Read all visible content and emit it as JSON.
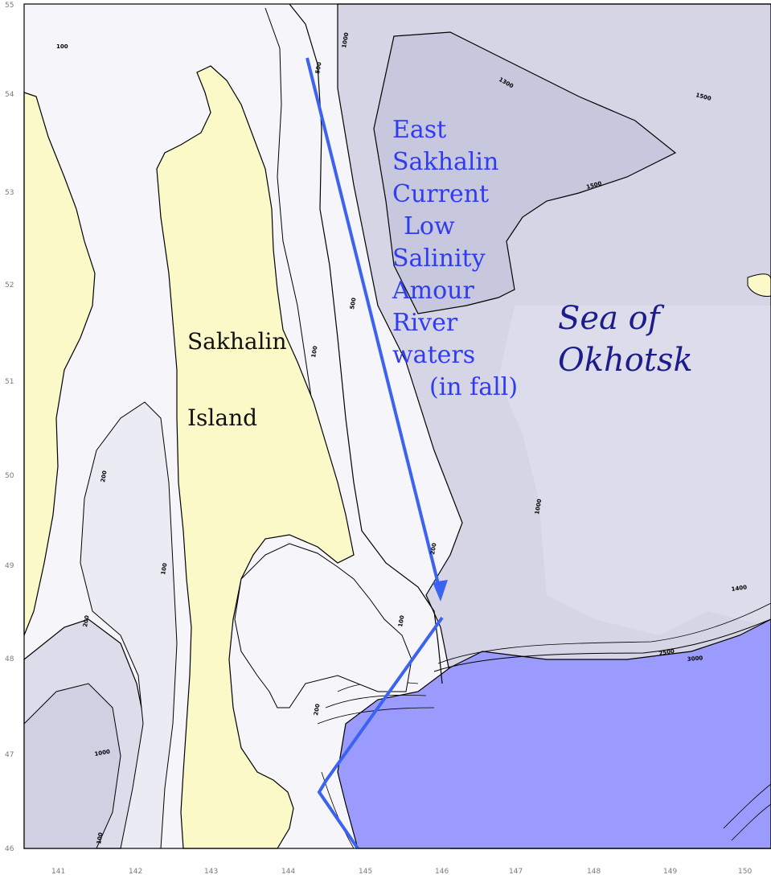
{
  "map": {
    "lat_labels": [
      "55",
      "54",
      "53",
      "52",
      "51",
      "50",
      "49",
      "48",
      "47",
      "46"
    ],
    "lon_labels": [
      "141",
      "142",
      "143",
      "144",
      "145",
      "146",
      "147",
      "148",
      "149",
      "150"
    ],
    "contour_labels": [
      "100",
      "200",
      "500",
      "1000",
      "1300",
      "1400",
      "1500",
      "2500",
      "3000"
    ],
    "land_labels": {
      "sakhalin": "Sakhalin",
      "island": "Island"
    },
    "current_label": {
      "lines": [
        "East",
        "Sakhalin",
        "Current",
        "Low",
        "Salinity",
        "Amour",
        "River",
        "waters",
        "(in fall)"
      ]
    },
    "sea_label": {
      "line1": "Sea of",
      "line2": "Okhotsk"
    },
    "colors": {
      "land": "#fcf9c8",
      "shelf": "#f3f3f8",
      "slope": "#e4e4ee",
      "deep": "#d2d2e4",
      "kuril_basin": "#9b9bfd",
      "arrow": "#3c63f0",
      "contour": "#000000"
    }
  }
}
